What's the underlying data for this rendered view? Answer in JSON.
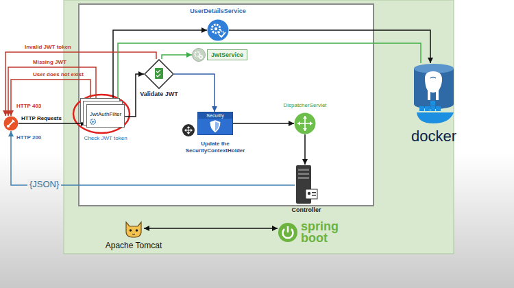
{
  "diagram": {
    "nodes": [
      {
        "text": [
          "UserDetailsService"
        ]
      },
      {
        "text": [
          "JwtService"
        ]
      },
      {
        "text": [
          "Validate JWT"
        ]
      },
      {
        "text": [
          "HTTP 403",
          "HTTP 200"
        ]
      },
      {
        "text": [
          "JwtAuthFilter",
          "Check JWT token"
        ]
      },
      {
        "text": [
          "Security",
          "Update the SecurityContextHolder"
        ]
      },
      {
        "text": [
          "DispatcherServlet"
        ]
      },
      {
        "text": [
          "Controller"
        ]
      },
      {
        "text": [
          "docker"
        ]
      },
      {
        "text": [
          "Apache Tomcat"
        ]
      },
      {
        "text": [
          "spring boot"
        ]
      }
    ],
    "edges": [
      {
        "from": 3,
        "to": 4,
        "label": "HTTP Requests",
        "arrow": "to"
      },
      {
        "from": 4,
        "to": 2,
        "arrow": "to"
      },
      {
        "from": 4,
        "to": 0,
        "arrow": "to"
      },
      {
        "from": 2,
        "to": 1,
        "arrow": "to"
      },
      {
        "from": 2,
        "to": 5,
        "arrow": "to"
      },
      {
        "from": 2,
        "to": 3,
        "label": "Invalid JWT token",
        "arrow": "to"
      },
      {
        "from": 4,
        "to": 3,
        "label": "Missing JWT",
        "arrow": "to"
      },
      {
        "from": 4,
        "to": 3,
        "label": "User does not exist",
        "arrow": "to"
      },
      {
        "from": 5,
        "to": 6,
        "arrow": "to"
      },
      {
        "from": 6,
        "to": 7,
        "arrow": "to"
      },
      {
        "from": 7,
        "to": 3,
        "label": "{JSON}",
        "arrow": "to"
      },
      {
        "from": 0,
        "to": 8,
        "arrow": "to"
      },
      {
        "from": 8,
        "to": 4,
        "arrow": "to"
      },
      {
        "from": 9,
        "to": 10,
        "arrow": "both"
      }
    ]
  }
}
